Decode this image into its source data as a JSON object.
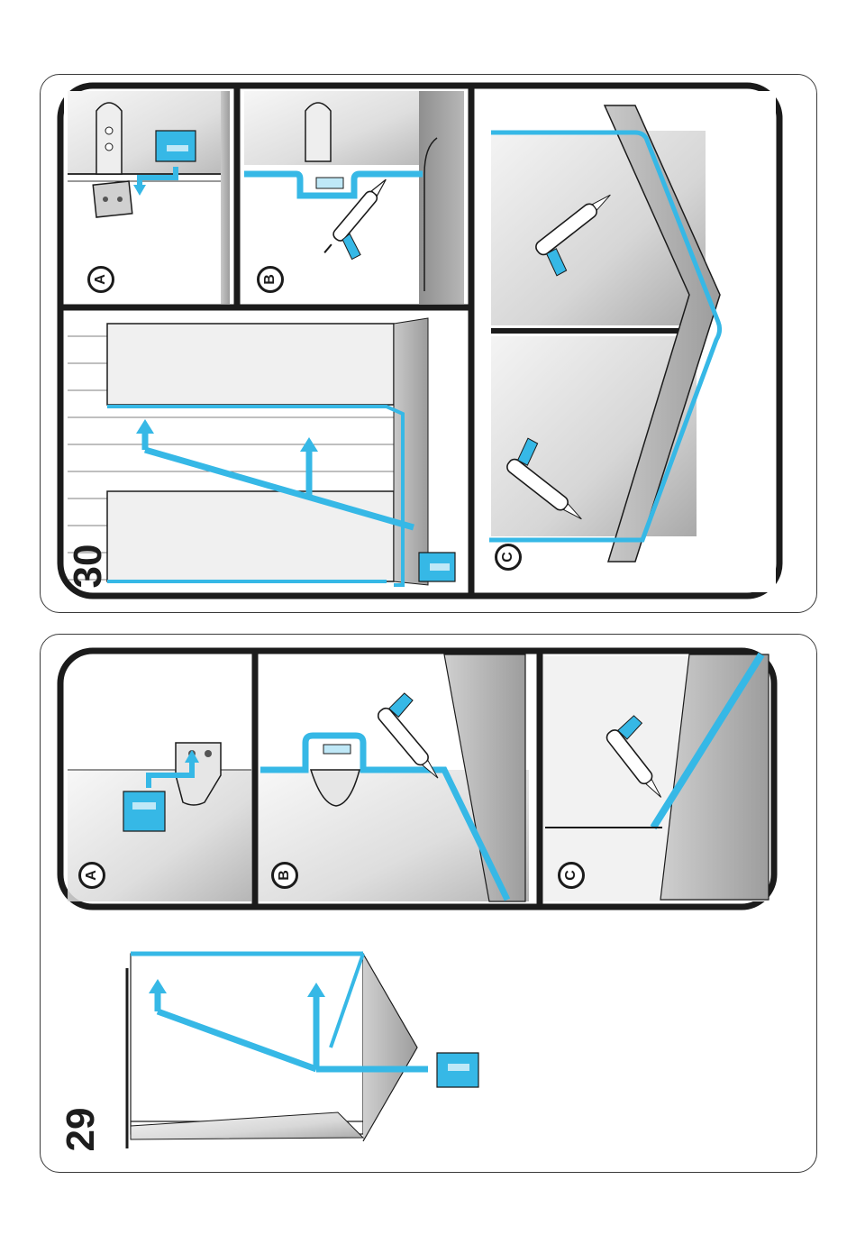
{
  "colors": {
    "seal": "#36b8e6",
    "seal_light": "#bfe8f7",
    "outline": "#1b1b1b",
    "glass": "#d8d8d8"
  },
  "steps": [
    {
      "number": "30",
      "panels": [
        {
          "letter": "A"
        },
        {
          "letter": "B"
        },
        {
          "letter": "C"
        }
      ]
    },
    {
      "number": "29",
      "panels": [
        {
          "letter": "A"
        },
        {
          "letter": "B"
        },
        {
          "letter": "C"
        }
      ]
    }
  ],
  "icons": [
    "caulk-gun-icon",
    "seal-cap-icon",
    "hinge-bracket-icon",
    "arrow-icon"
  ]
}
